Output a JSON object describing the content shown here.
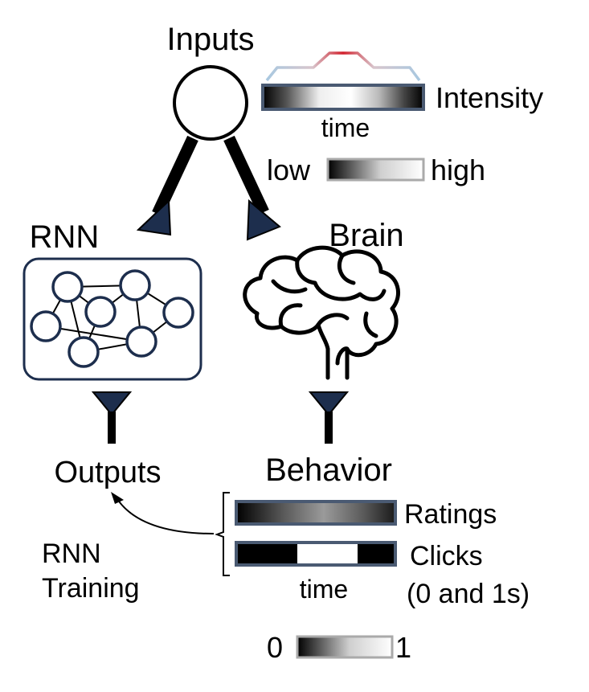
{
  "labels": {
    "inputs": "Inputs",
    "intensity": "Intensity",
    "time_top": "time",
    "low": "low",
    "high": "high",
    "rnn": "RNN",
    "brain": "Brain",
    "outputs": "Outputs",
    "behavior": "Behavior",
    "ratings": "Ratings",
    "clicks": "Clicks",
    "clicks_note": "(0 and 1s)",
    "time_bottom": "time",
    "rnn_training_line1": "RNN",
    "rnn_training_line2": "Training",
    "scale_zero": "0",
    "scale_one": "1"
  },
  "colors": {
    "navy": "#1d2e4d",
    "bar_border": "#4a5a72",
    "profile_low": "#a9c8e0",
    "profile_high": "#d21f2b"
  }
}
